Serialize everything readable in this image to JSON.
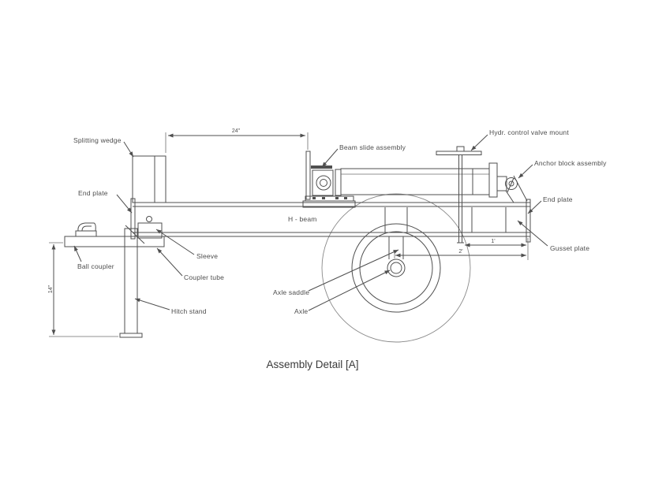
{
  "drawing": {
    "title": "Assembly Detail [A]",
    "labels": {
      "splitting_wedge": "Splitting wedge",
      "end_plate_left": "End plate",
      "ball_coupler": "Ball coupler",
      "sleeve": "Sleeve",
      "coupler_tube": "Coupler tube",
      "hitch_stand": "Hitch stand",
      "axle_saddle": "Axle saddle",
      "axle": "Axle",
      "h_beam": "H - beam",
      "beam_slide_assembly": "Beam slide assembly",
      "hydr_control_valve_mount": "Hydr. control valve mount",
      "anchor_block_assembly": "Anchor block assembly",
      "end_plate_right": "End plate",
      "gusset_plate": "Gusset plate"
    },
    "dimensions": {
      "stroke_width": "24\"",
      "stand_height": "14\"",
      "valve_to_end": "1'",
      "axle_to_end": "2'"
    },
    "colors": {
      "line": "#4f4f4f",
      "text": "#4d4d4d",
      "background": "#ffffff"
    }
  }
}
